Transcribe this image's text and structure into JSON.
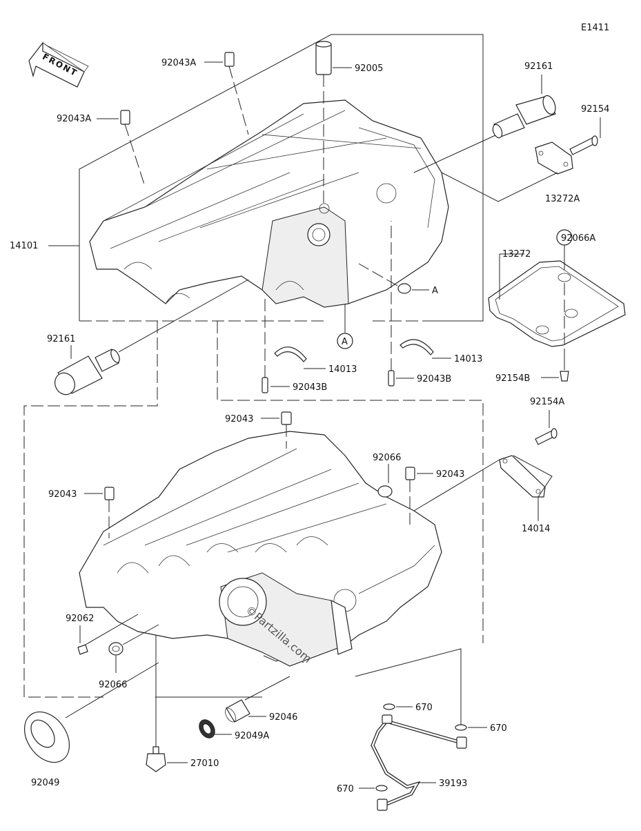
{
  "diagram": {
    "code": "E1411",
    "front_label": "FRONT",
    "watermark": "©Partzilla.com",
    "callouts": [
      {
        "id": "c-92043a-top",
        "text": "92043A"
      },
      {
        "id": "c-92005",
        "text": "92005"
      },
      {
        "id": "c-92161-top",
        "text": "92161"
      },
      {
        "id": "c-92154",
        "text": "92154"
      },
      {
        "id": "c-92043a-left",
        "text": "92043A"
      },
      {
        "id": "c-13272a",
        "text": "13272A"
      },
      {
        "id": "c-14101",
        "text": "14101"
      },
      {
        "id": "c-13272",
        "text": "13272"
      },
      {
        "id": "c-a-ref-right",
        "text": "A"
      },
      {
        "id": "c-92066a",
        "text": "92066A"
      },
      {
        "id": "c-a-ref-center",
        "text": "A"
      },
      {
        "id": "c-92161-left",
        "text": "92161"
      },
      {
        "id": "c-14013-left",
        "text": "14013"
      },
      {
        "id": "c-14013-right",
        "text": "14013"
      },
      {
        "id": "c-92043b-left",
        "text": "92043B"
      },
      {
        "id": "c-92043b-right",
        "text": "92043B"
      },
      {
        "id": "c-92154b",
        "text": "92154B"
      },
      {
        "id": "c-92154a",
        "text": "92154A"
      },
      {
        "id": "c-92043-top",
        "text": "92043"
      },
      {
        "id": "c-92066",
        "text": "92066"
      },
      {
        "id": "c-92043-right",
        "text": "92043"
      },
      {
        "id": "c-92043-left",
        "text": "92043"
      },
      {
        "id": "c-14014",
        "text": "14014"
      },
      {
        "id": "c-92062",
        "text": "92062"
      },
      {
        "id": "c-92066-bottom",
        "text": "92066"
      },
      {
        "id": "c-670-top",
        "text": "670"
      },
      {
        "id": "c-92046",
        "text": "92046"
      },
      {
        "id": "c-670-right",
        "text": "670"
      },
      {
        "id": "c-92049a",
        "text": "92049A"
      },
      {
        "id": "c-27010",
        "text": "27010"
      },
      {
        "id": "c-39193",
        "text": "39193"
      },
      {
        "id": "c-92049",
        "text": "92049"
      },
      {
        "id": "c-670-bottom",
        "text": "670"
      }
    ]
  }
}
